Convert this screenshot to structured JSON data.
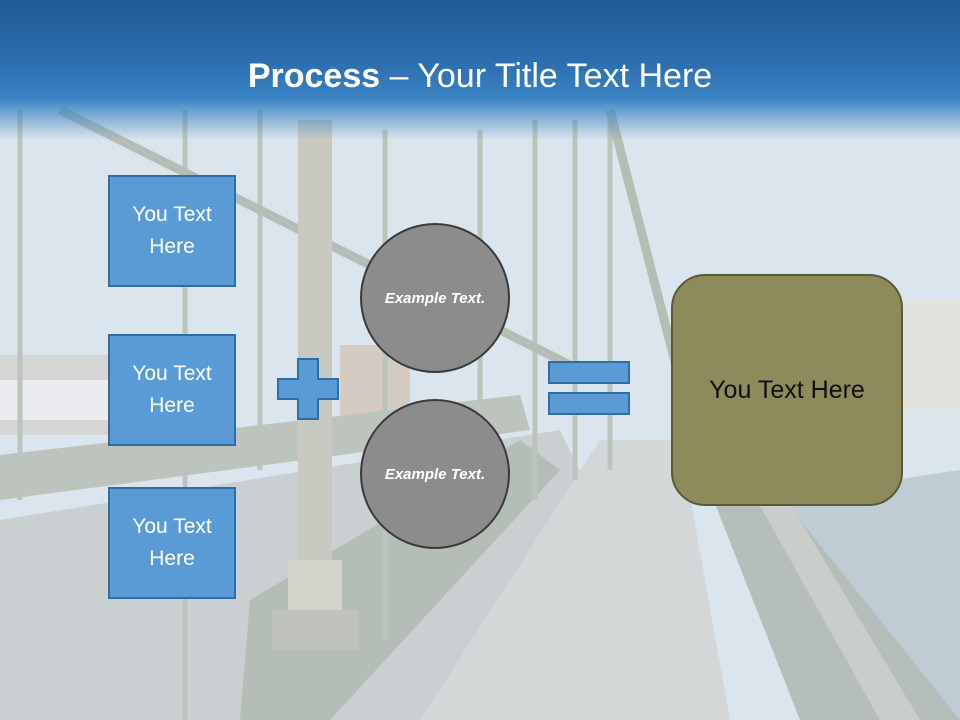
{
  "title": {
    "bold": "Process",
    "rest": " – Your Title Text Here"
  },
  "boxes": [
    "You Text Here",
    "You Text Here",
    "You Text Here"
  ],
  "circles": [
    "Example Text.",
    "Example Text."
  ],
  "result": "You Text Here",
  "colors": {
    "title_band": "#2c6fb0",
    "box_fill": "#5b9bd5",
    "circle_fill": "#8c8c8c",
    "result_fill": "#8d8a5c"
  }
}
